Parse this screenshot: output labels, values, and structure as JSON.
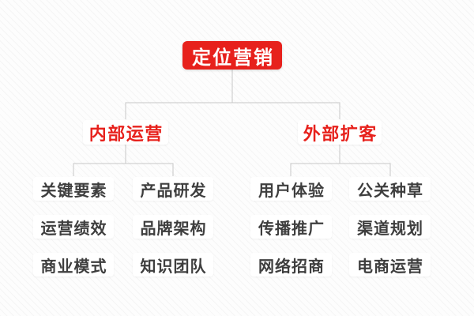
{
  "root": {
    "label": "定位营销"
  },
  "branches": [
    {
      "label": "内部运营",
      "children": [
        "关键要素",
        "产品研发",
        "运营绩效",
        "品牌架构",
        "商业模式",
        "知识团队"
      ]
    },
    {
      "label": "外部扩客",
      "children": [
        "用户体验",
        "公关种草",
        "传播推广",
        "渠道规划",
        "网络招商",
        "电商运营"
      ]
    }
  ],
  "colors": {
    "accent_red": "#e7211c",
    "root_text": "#ffffff",
    "node_bg": "#ffffff",
    "leaf_text": "#3e3e3e",
    "connector": "#c6c6c6",
    "background": "#fdfdfd"
  }
}
